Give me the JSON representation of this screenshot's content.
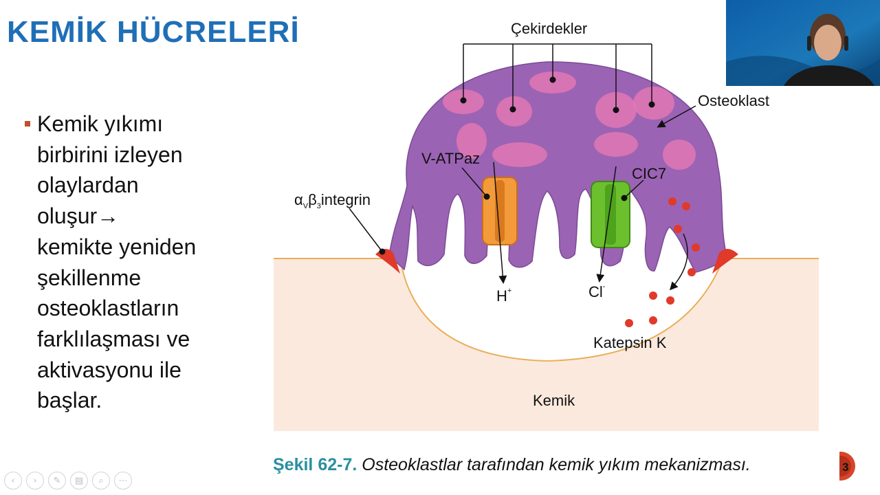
{
  "slide": {
    "title": "KEMİK HÜCRELERİ",
    "bullet_lines": [
      "Kemik yıkımı",
      "birbirini izleyen",
      "olaylardan",
      "oluşur→",
      "kemikte yeniden",
      "şekillenme",
      "osteoklastların",
      "farklılaşması ve",
      "aktivasyonu ile",
      "başlar."
    ],
    "page_number": "3"
  },
  "figure": {
    "labels": {
      "nuclei": "Çekirdekler",
      "osteoclast": "Osteoklast",
      "v_atpase": "V-ATPaz",
      "clc7": "CIC7",
      "integrin_alpha": "α",
      "integrin_alpha_sub": "V",
      "integrin_beta": "β",
      "integrin_beta_sub": "3",
      "integrin_word": "integrin",
      "proton": "H",
      "proton_sup": "+",
      "chloride": "Cl",
      "chloride_sup": "-",
      "cathepsin": "Katepsin K",
      "bone": "Kemik"
    },
    "colors": {
      "cell": "#9b63b4",
      "nucleus": "#e277b4",
      "v_atpase": "#f39a3a",
      "clc7": "#6cc02e",
      "bone": "#fce9de",
      "bone_edge": "#e8b05a",
      "granule": "#e03a2a"
    }
  },
  "caption": {
    "number": "Şekil 62-7.",
    "text": "Osteoklastlar tarafından kemik yıkım mekanizması."
  },
  "video": {
    "icon": "presenter-video-feed"
  },
  "nav": [
    {
      "name": "previous-icon",
      "glyph": "‹"
    },
    {
      "name": "next-icon",
      "glyph": "›"
    },
    {
      "name": "pen-icon",
      "glyph": "✎"
    },
    {
      "name": "slides-icon",
      "glyph": "▤"
    },
    {
      "name": "zoom-icon",
      "glyph": "⌕"
    },
    {
      "name": "more-icon",
      "glyph": "⋯"
    }
  ]
}
